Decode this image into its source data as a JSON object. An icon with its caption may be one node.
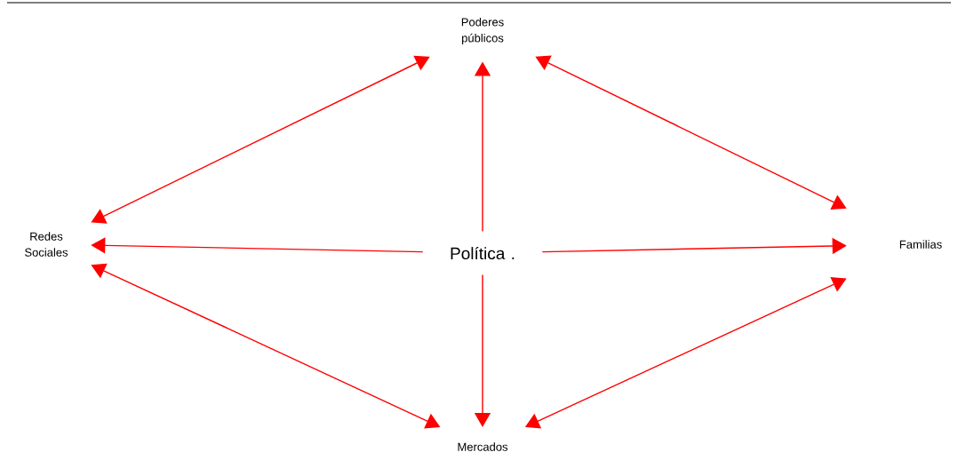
{
  "diagram": {
    "nodes": [
      {
        "text": [
          "Poderes públicos"
        ]
      },
      {
        "text": [
          "Redes Sociales"
        ]
      },
      {
        "text": [
          "Política ."
        ]
      },
      {
        "text": [
          "Familias"
        ]
      },
      {
        "text": [
          "Mercados"
        ]
      }
    ],
    "edges": [
      {
        "from": 2,
        "to": 0,
        "arrow": "to"
      },
      {
        "from": 2,
        "to": 1,
        "arrow": "to"
      },
      {
        "from": 2,
        "to": 3,
        "arrow": "to"
      },
      {
        "from": 2,
        "to": 4,
        "arrow": "to"
      },
      {
        "from": 0,
        "to": 1,
        "arrow": "both"
      },
      {
        "from": 0,
        "to": 3,
        "arrow": "both"
      },
      {
        "from": 1,
        "to": 4,
        "arrow": "both"
      },
      {
        "from": 3,
        "to": 4,
        "arrow": "both"
      }
    ]
  }
}
